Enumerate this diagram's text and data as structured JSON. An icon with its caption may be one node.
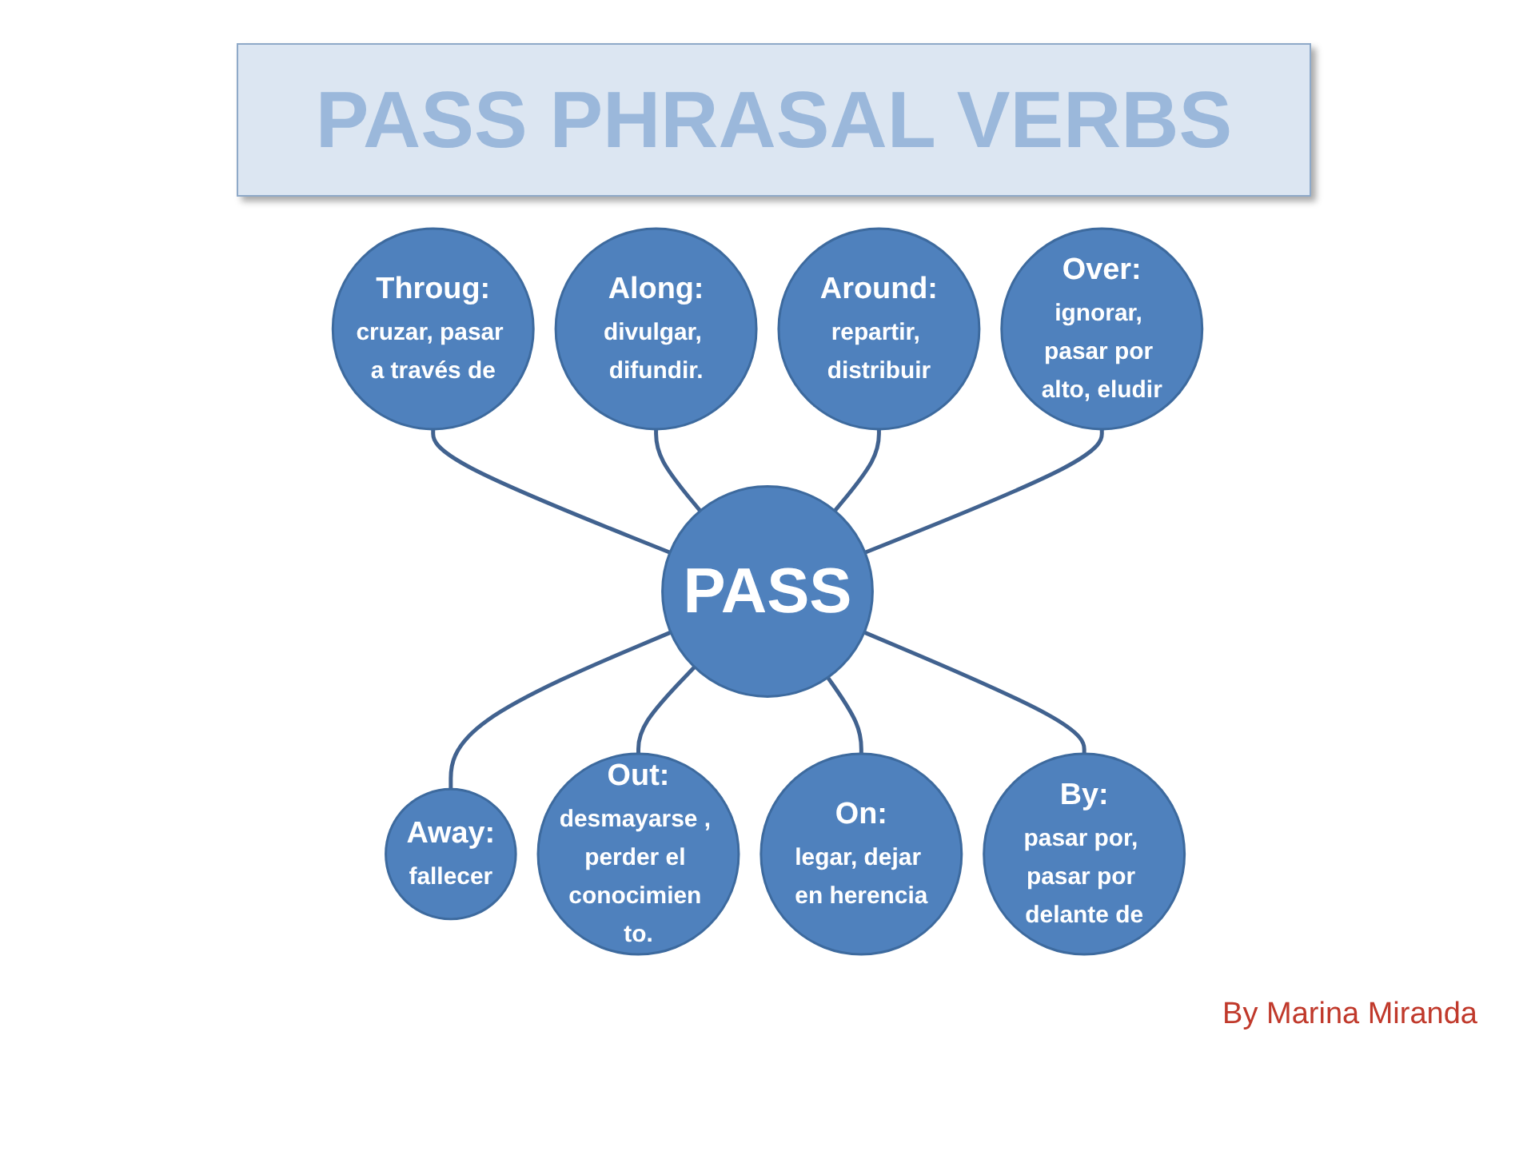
{
  "diagram": {
    "title": "PASS PHRASAL VERBS",
    "nodes": [
      {
        "text": [
          "Throug:",
          "cruzar, pasar a través de"
        ]
      },
      {
        "text": [
          "Along:",
          "divulgar, difundir."
        ]
      },
      {
        "text": [
          "Around:",
          "repartir, distribuir"
        ]
      },
      {
        "text": [
          "Over:",
          "ignorar, pasar por alto, eludir"
        ]
      },
      {
        "text": [
          "PASS"
        ]
      },
      {
        "text": [
          "Away:",
          "fallecer"
        ]
      },
      {
        "text": [
          "Out:",
          "desmayarse , perder el conocimien to."
        ]
      },
      {
        "text": [
          "On:",
          "legar, dejar en herencia"
        ]
      },
      {
        "text": [
          "By:",
          "pasar por, pasar por delante de"
        ]
      }
    ],
    "edges": [
      {
        "from": 0,
        "to": 4,
        "arrow": "none"
      },
      {
        "from": 1,
        "to": 4,
        "arrow": "none"
      },
      {
        "from": 2,
        "to": 4,
        "arrow": "none"
      },
      {
        "from": 3,
        "to": 4,
        "arrow": "none"
      },
      {
        "from": 4,
        "to": 5,
        "arrow": "none"
      },
      {
        "from": 4,
        "to": 6,
        "arrow": "none"
      },
      {
        "from": 4,
        "to": 7,
        "arrow": "none"
      },
      {
        "from": 4,
        "to": 8,
        "arrow": "none"
      }
    ],
    "labels": [
      "By Marina Miranda"
    ]
  }
}
